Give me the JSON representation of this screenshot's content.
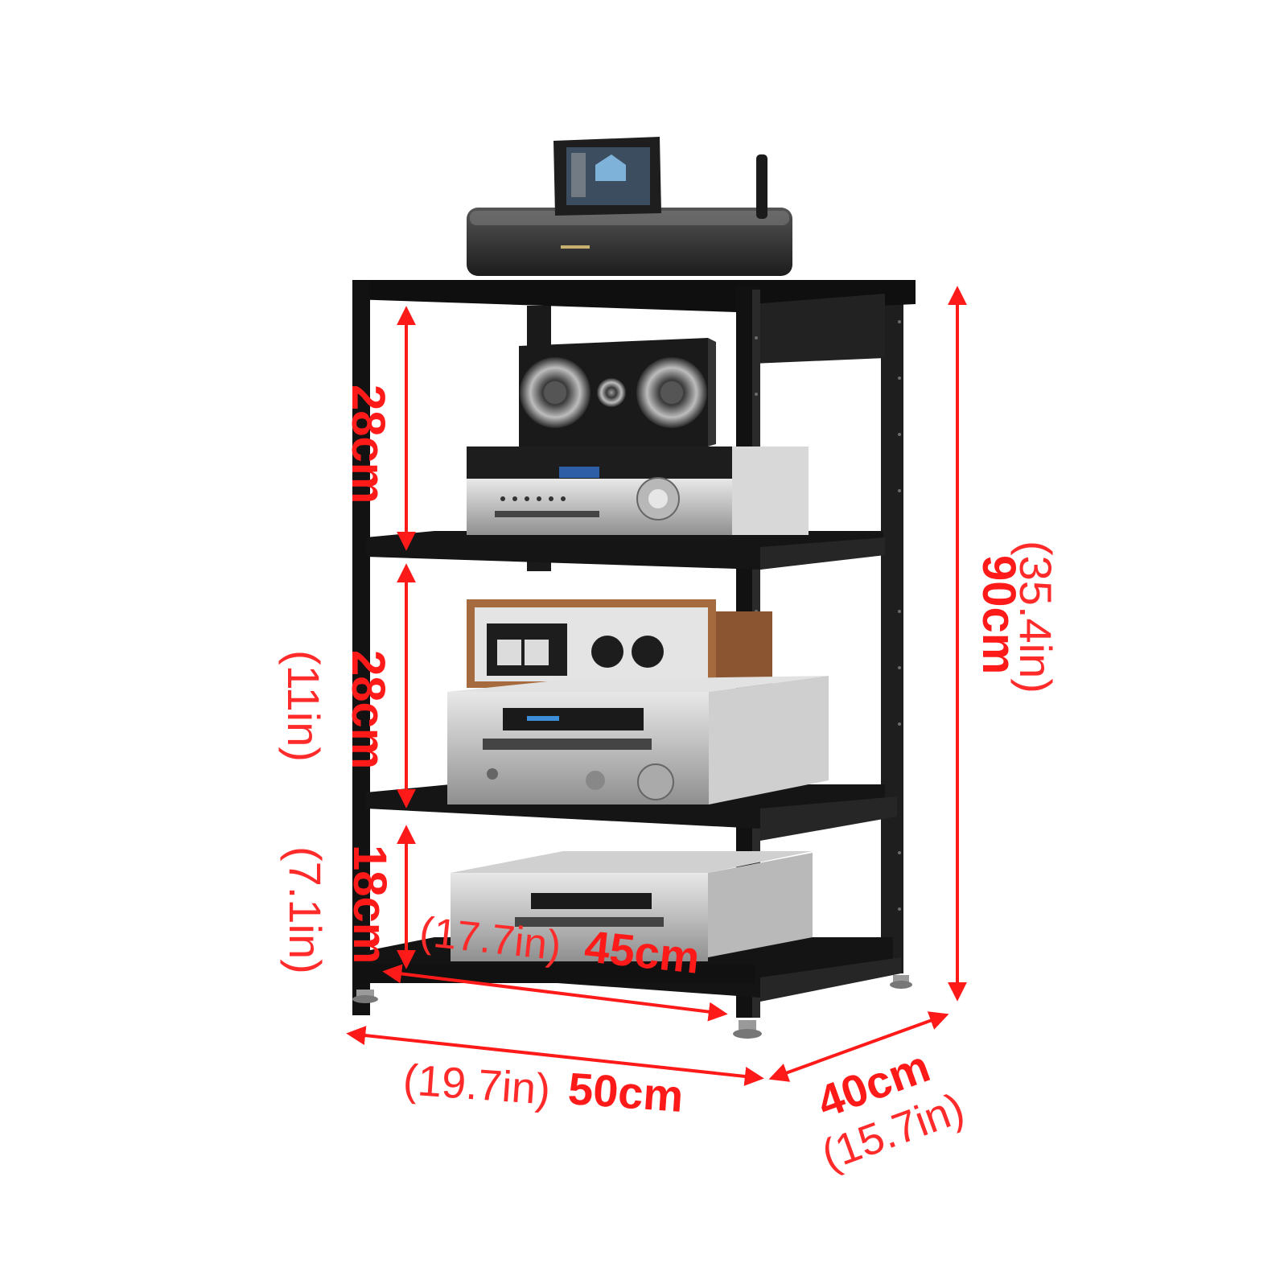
{
  "colors": {
    "dimension": "#ff1a1a",
    "frame": "#141414",
    "device_silver": "#c9c9c9",
    "device_dark": "#2a2a2a",
    "wood": "#a56a3e"
  },
  "dimensions": {
    "height_cm": "90cm",
    "height_in": "(35.4in)",
    "shelf1_cm": "28cm",
    "shelf2_cm": "28cm",
    "shelf2_in": "(11in)",
    "shelf3_cm": "18cm",
    "shelf3_in": "(7.1in)",
    "inner_width_in": "(17.7in)",
    "inner_width_cm": "45cm",
    "width_in": "(19.7in)",
    "width_cm": "50cm",
    "depth_cm": "40cm",
    "depth_in": "(15.7in)"
  }
}
